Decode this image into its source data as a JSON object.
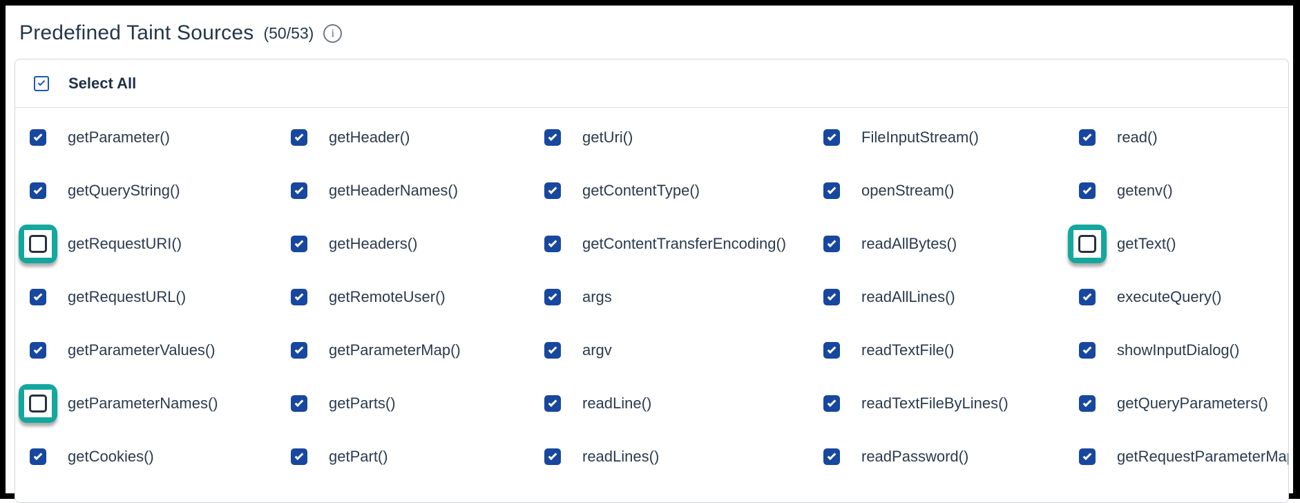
{
  "header": {
    "title": "Predefined Taint Sources",
    "count": "(50/53)",
    "info_icon": "i"
  },
  "panel": {
    "select_all_label": "Select All",
    "select_all_checked": true,
    "columns": 5,
    "items": [
      {
        "label": "getParameter()",
        "checked": true,
        "highlighted": false
      },
      {
        "label": "getHeader()",
        "checked": true,
        "highlighted": false
      },
      {
        "label": "getUri()",
        "checked": true,
        "highlighted": false
      },
      {
        "label": "FileInputStream()",
        "checked": true,
        "highlighted": false
      },
      {
        "label": "read()",
        "checked": true,
        "highlighted": false
      },
      {
        "label": "getQueryString()",
        "checked": true,
        "highlighted": false
      },
      {
        "label": "getHeaderNames()",
        "checked": true,
        "highlighted": false
      },
      {
        "label": "getContentType()",
        "checked": true,
        "highlighted": false
      },
      {
        "label": "openStream()",
        "checked": true,
        "highlighted": false
      },
      {
        "label": "getenv()",
        "checked": true,
        "highlighted": false
      },
      {
        "label": "getRequestURI()",
        "checked": false,
        "highlighted": true
      },
      {
        "label": "getHeaders()",
        "checked": true,
        "highlighted": false
      },
      {
        "label": "getContentTransferEncoding()",
        "checked": true,
        "highlighted": false
      },
      {
        "label": "readAllBytes()",
        "checked": true,
        "highlighted": false
      },
      {
        "label": "getText()",
        "checked": false,
        "highlighted": true
      },
      {
        "label": "getRequestURL()",
        "checked": true,
        "highlighted": false
      },
      {
        "label": "getRemoteUser()",
        "checked": true,
        "highlighted": false
      },
      {
        "label": "args",
        "checked": true,
        "highlighted": false
      },
      {
        "label": "readAllLines()",
        "checked": true,
        "highlighted": false
      },
      {
        "label": "executeQuery()",
        "checked": true,
        "highlighted": false
      },
      {
        "label": "getParameterValues()",
        "checked": true,
        "highlighted": false
      },
      {
        "label": "getParameterMap()",
        "checked": true,
        "highlighted": false
      },
      {
        "label": "argv",
        "checked": true,
        "highlighted": false
      },
      {
        "label": "readTextFile()",
        "checked": true,
        "highlighted": false
      },
      {
        "label": "showInputDialog()",
        "checked": true,
        "highlighted": false
      },
      {
        "label": "getParameterNames()",
        "checked": false,
        "highlighted": true
      },
      {
        "label": "getParts()",
        "checked": true,
        "highlighted": false
      },
      {
        "label": "readLine()",
        "checked": true,
        "highlighted": false
      },
      {
        "label": "readTextFileByLines()",
        "checked": true,
        "highlighted": false
      },
      {
        "label": "getQueryParameters()",
        "checked": true,
        "highlighted": false
      },
      {
        "label": "getCookies()",
        "checked": true,
        "highlighted": false
      },
      {
        "label": "getPart()",
        "checked": true,
        "highlighted": false
      },
      {
        "label": "readLines()",
        "checked": true,
        "highlighted": false
      },
      {
        "label": "readPassword()",
        "checked": true,
        "highlighted": false
      },
      {
        "label": "getRequestParameterMap()",
        "checked": true,
        "highlighted": false
      }
    ]
  },
  "colors": {
    "checked_blue": "#17479e",
    "select_all_blue": "#1d56ba",
    "highlight_teal": "#14a79e",
    "text_navy": "#2b3a4e",
    "panel_border": "#d2d5d9"
  }
}
